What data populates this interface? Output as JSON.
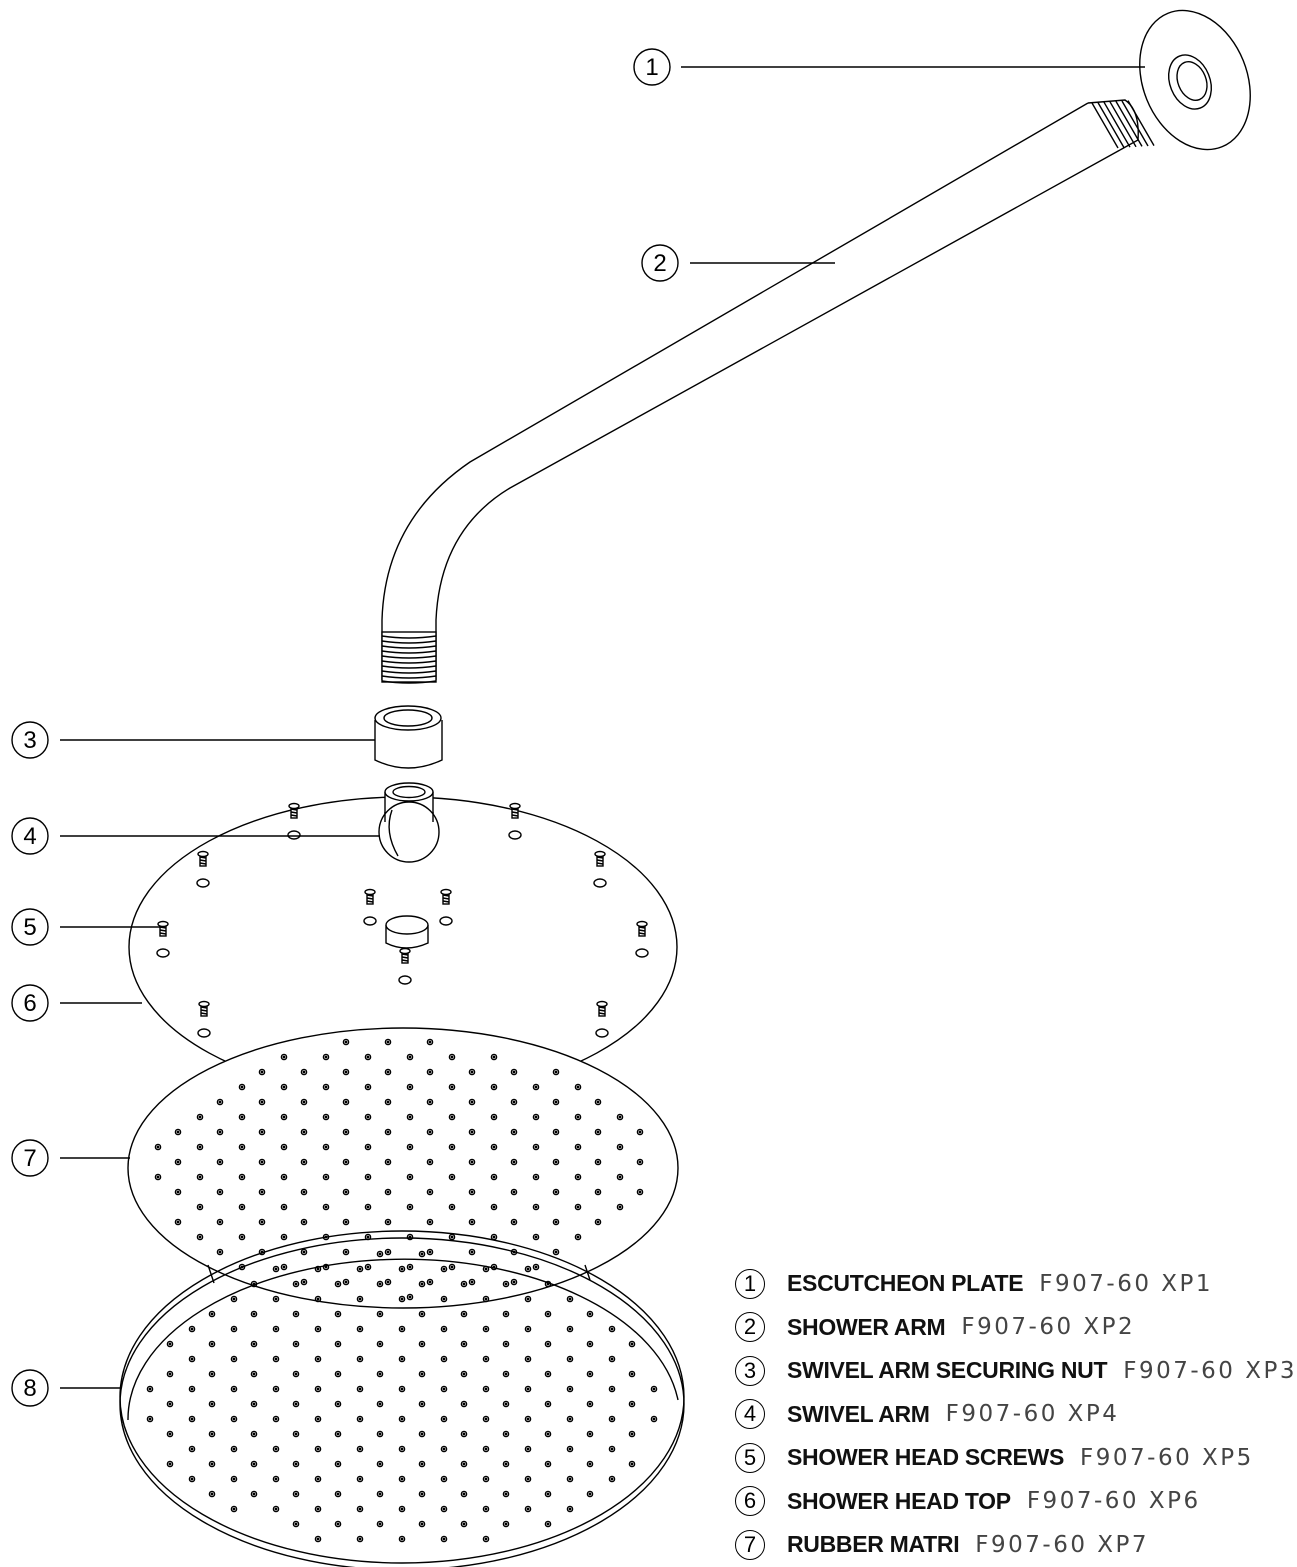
{
  "callouts": [
    {
      "num": "1"
    },
    {
      "num": "2"
    },
    {
      "num": "3"
    },
    {
      "num": "4"
    },
    {
      "num": "5"
    },
    {
      "num": "6"
    },
    {
      "num": "7"
    },
    {
      "num": "8"
    }
  ],
  "legend": [
    {
      "num": "1",
      "name": "ESCUTCHEON PLATE",
      "code": "F907-60 XP1"
    },
    {
      "num": "2",
      "name": "SHOWER ARM",
      "code": "F907-60 XP2"
    },
    {
      "num": "3",
      "name": "SWIVEL ARM SECURING NUT",
      "code": "F907-60 XP3"
    },
    {
      "num": "4",
      "name": "SWIVEL ARM",
      "code": "F907-60 XP4"
    },
    {
      "num": "5",
      "name": "SHOWER HEAD SCREWS",
      "code": "F907-60 XP5"
    },
    {
      "num": "6",
      "name": "SHOWER HEAD TOP",
      "code": "F907-60 XP6"
    },
    {
      "num": "7",
      "name": "RUBBER MATRI",
      "code": "F907-60 XP7"
    }
  ],
  "colors": {
    "line": "#000000",
    "code_text": "#444444"
  }
}
